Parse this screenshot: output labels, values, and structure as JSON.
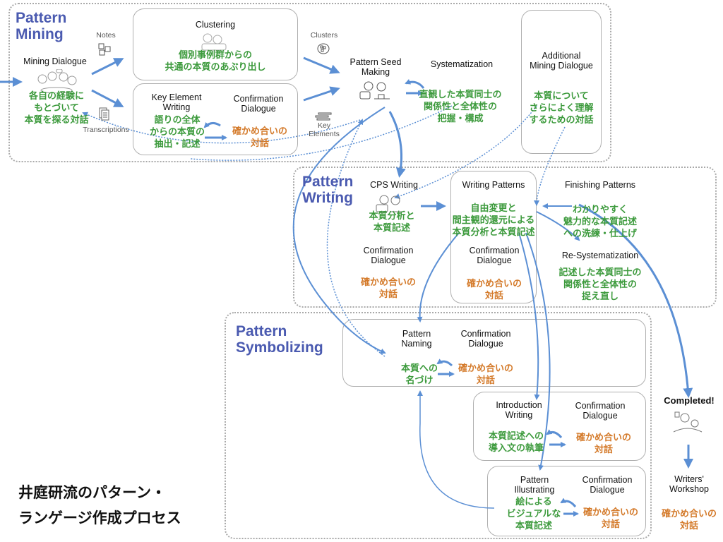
{
  "title": {
    "line1": "井庭研流のパターン・",
    "line2": "ランゲージ作成プロセス"
  },
  "colors": {
    "phase_title": "#4a5ab0",
    "japanese_green": "#3c9a3c",
    "japanese_orange": "#d47a2a",
    "arrow_blue": "#5b8fd4",
    "phase_border": "#a9a9a9"
  },
  "phases": {
    "mining": "Pattern\nMining",
    "writing": "Pattern\nWriting",
    "symbolizing": "Pattern\nSymbolizing"
  },
  "mining": {
    "mining_dialogue": {
      "label": "Mining Dialogue",
      "jp": "各自の経験に\nもとづいて\n本質を探る対話"
    },
    "notes": "Notes",
    "transcriptions": "Transcriptions",
    "clustering": {
      "label": "Clustering",
      "jp": "個別事例群からの\n共通の本質のあぶり出し"
    },
    "key_element_writing": {
      "label": "Key Element\nWriting",
      "jp": "語りの全体\nからの本質の\n抽出・記述"
    },
    "confirmation": {
      "label": "Confirmation\nDialogue",
      "jp": "確かめ合いの\n対話"
    },
    "clusters": "Clusters",
    "key_elements": "Key\nElements",
    "pattern_seed": {
      "label": "Pattern Seed\nMaking"
    },
    "systematization": {
      "label": "Systematization",
      "jp": "直観した本質同士の\n関係性と全体性の\n把握・構成"
    },
    "additional": {
      "label": "Additional\nMining Dialogue",
      "jp": "本質について\nさらによく理解\nするための対話"
    }
  },
  "writing": {
    "cps": {
      "label": "CPS  Writing",
      "jp": "本質分析と\n本質記述"
    },
    "cps_confirmation": {
      "label": "Confirmation\nDialogue",
      "jp": "確かめ合いの\n対話"
    },
    "writing_patterns": {
      "label": "Writing Patterns",
      "jp": "自由変更と\n間主観的還元による\n本質分析と本質記述"
    },
    "wp_confirmation": {
      "label": "Confirmation\nDialogue",
      "jp": "確かめ合いの\n対話"
    },
    "finishing": {
      "label": "Finishing Patterns",
      "jp": "わかりやすく\n魅力的な本質記述\nへの洗練・仕上げ"
    },
    "resystematization": {
      "label": "Re-Systematization",
      "jp": "記述した本質同士の\n関係性と全体性の\n捉え直し"
    }
  },
  "symbolizing": {
    "naming": {
      "label": "Pattern\nNaming",
      "jp": "本質への\n名づけ"
    },
    "naming_confirmation": {
      "label": "Confirmation\nDialogue",
      "jp": "確かめ合いの\n対話"
    },
    "introduction": {
      "label": "Introduction\nWriting",
      "jp": "本質記述への\n導入文の執筆"
    },
    "intro_confirmation": {
      "label": "Confirmation\nDialogue",
      "jp": "確かめ合いの\n対話"
    },
    "illustrating": {
      "label": "Pattern\nIllustrating",
      "jp": "絵による\nビジュアルな\n本質記述"
    },
    "illus_confirmation": {
      "label": "Confirmation\nDialogue",
      "jp": "確かめ合いの\n対話"
    }
  },
  "completion": {
    "completed": "Completed!",
    "workshop": {
      "label": "Writers'\nWorkshop",
      "jp": "確かめ合いの\n対話"
    }
  }
}
